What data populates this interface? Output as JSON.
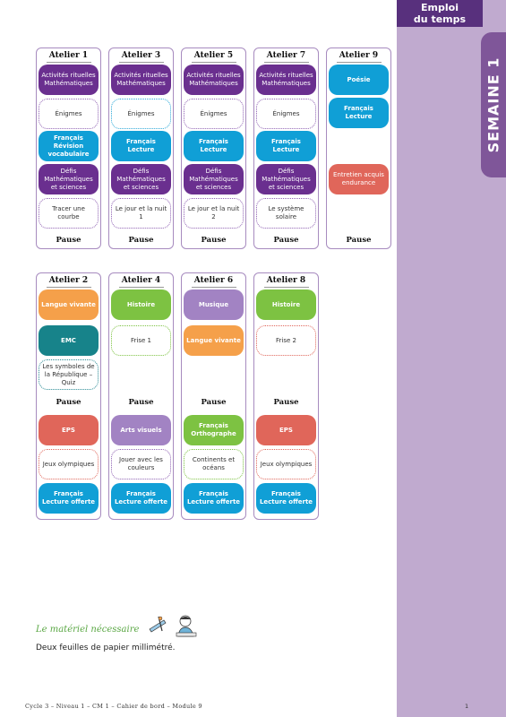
{
  "header": {
    "line1": "Emploi",
    "line2": "du temps"
  },
  "week_label": "SEMAINE 1",
  "ateliers_top": [
    {
      "title": "Atelier 1",
      "pause": "Pause",
      "slots": [
        "Activités rituelles Mathématiques",
        "Énigmes",
        "Français Révision vocabulaire",
        "Défis Mathématiques et sciences",
        "Tracer une courbe"
      ]
    },
    {
      "title": "Atelier 3",
      "pause": "Pause",
      "slots": [
        "Activités rituelles Mathématiques",
        "Énigmes",
        "Français Lecture",
        "Défis Mathématiques et sciences",
        "Le jour et la nuit 1"
      ]
    },
    {
      "title": "Atelier 5",
      "pause": "Pause",
      "slots": [
        "Activités rituelles Mathématiques",
        "Énigmes",
        "Français Lecture",
        "Défis Mathématiques et sciences",
        "Le jour et la nuit 2"
      ]
    },
    {
      "title": "Atelier 7",
      "pause": "Pause",
      "slots": [
        "Activités rituelles Mathématiques",
        "Énigmes",
        "Français Lecture",
        "Défis Mathématiques et sciences",
        "Le système solaire"
      ]
    },
    {
      "title": "Atelier 9",
      "pause": "Pause",
      "slots": [
        "Poésie",
        "Français Lecture",
        "Entretien acquis endurance"
      ]
    }
  ],
  "ateliers_bottom": [
    {
      "title": "Atelier 2",
      "pause": "Pause",
      "slots": [
        "Langue vivante",
        "EMC",
        "Les symboles de la République – Quiz",
        "EPS",
        "Jeux olympiques",
        "Français Lecture offerte"
      ]
    },
    {
      "title": "Atelier 4",
      "pause": "Pause",
      "slots": [
        "Histoire",
        "Frise 1",
        "Arts visuels",
        "Jouer avec les couleurs",
        "Français Lecture offerte"
      ]
    },
    {
      "title": "Atelier 6",
      "pause": "Pause",
      "slots": [
        "Musique",
        "Langue vivante",
        "Français Orthographe",
        "Continents et océans",
        "Français Lecture offerte"
      ]
    },
    {
      "title": "Atelier 8",
      "pause": "Pause",
      "slots": [
        "Histoire",
        "Frise 2",
        "EPS",
        "Jeux olympiques",
        "Français Lecture offerte"
      ]
    }
  ],
  "materiel": {
    "title": "Le matériel nécessaire",
    "text": "Deux feuilles de papier millimétré."
  },
  "footer": {
    "left": "Cycle 3 – Niveau 1 – CM 1 – Cahier de bord – Module 9",
    "page": "1"
  },
  "colors": {
    "purple": "#6a2f8f",
    "blue": "#109fd6",
    "orange": "#f5a04a",
    "teal": "#17838a",
    "red": "#e0665a",
    "green": "#7dc242",
    "lilac": "#a283c3",
    "band": "#c0aacf"
  }
}
